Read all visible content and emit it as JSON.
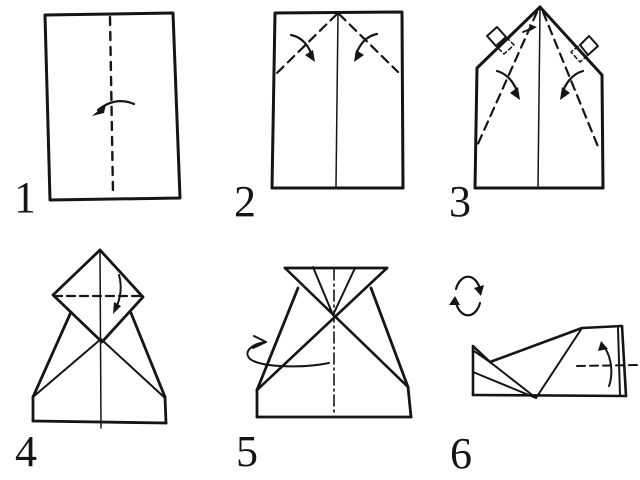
{
  "page": {
    "background_color": "#ffffff",
    "line_color": "#151515"
  },
  "figure": {
    "name": "paper-airplane-folding-diagram",
    "panels": [
      {
        "label": "1",
        "icons": [
          "valley-fold-dashed-line",
          "fold-direction-arrow-icon"
        ]
      },
      {
        "label": "2",
        "icons": [
          "center-crease-line",
          "valley-fold-dashed-line-left",
          "valley-fold-dashed-line-right",
          "fold-arrow-left-icon",
          "fold-arrow-right-icon"
        ]
      },
      {
        "label": "3",
        "icons": [
          "center-crease-line",
          "valley-fold-dashed-line-left",
          "valley-fold-dashed-line-right",
          "fold-arrow-left-icon",
          "fold-arrow-right-icon",
          "align-edge-marker-left-icon",
          "align-edge-marker-right-icon",
          "meet-at-center-arrow-icon"
        ]
      },
      {
        "label": "4",
        "icons": [
          "valley-fold-dashed-line",
          "fold-down-arrow-icon"
        ]
      },
      {
        "label": "5",
        "icons": [
          "center-dashdot-line",
          "turn-over-arrow-icon"
        ]
      },
      {
        "label": "6",
        "icons": [
          "rotate-arrow-icon",
          "valley-fold-dashed-line",
          "fold-up-arrow-icon"
        ]
      }
    ]
  }
}
